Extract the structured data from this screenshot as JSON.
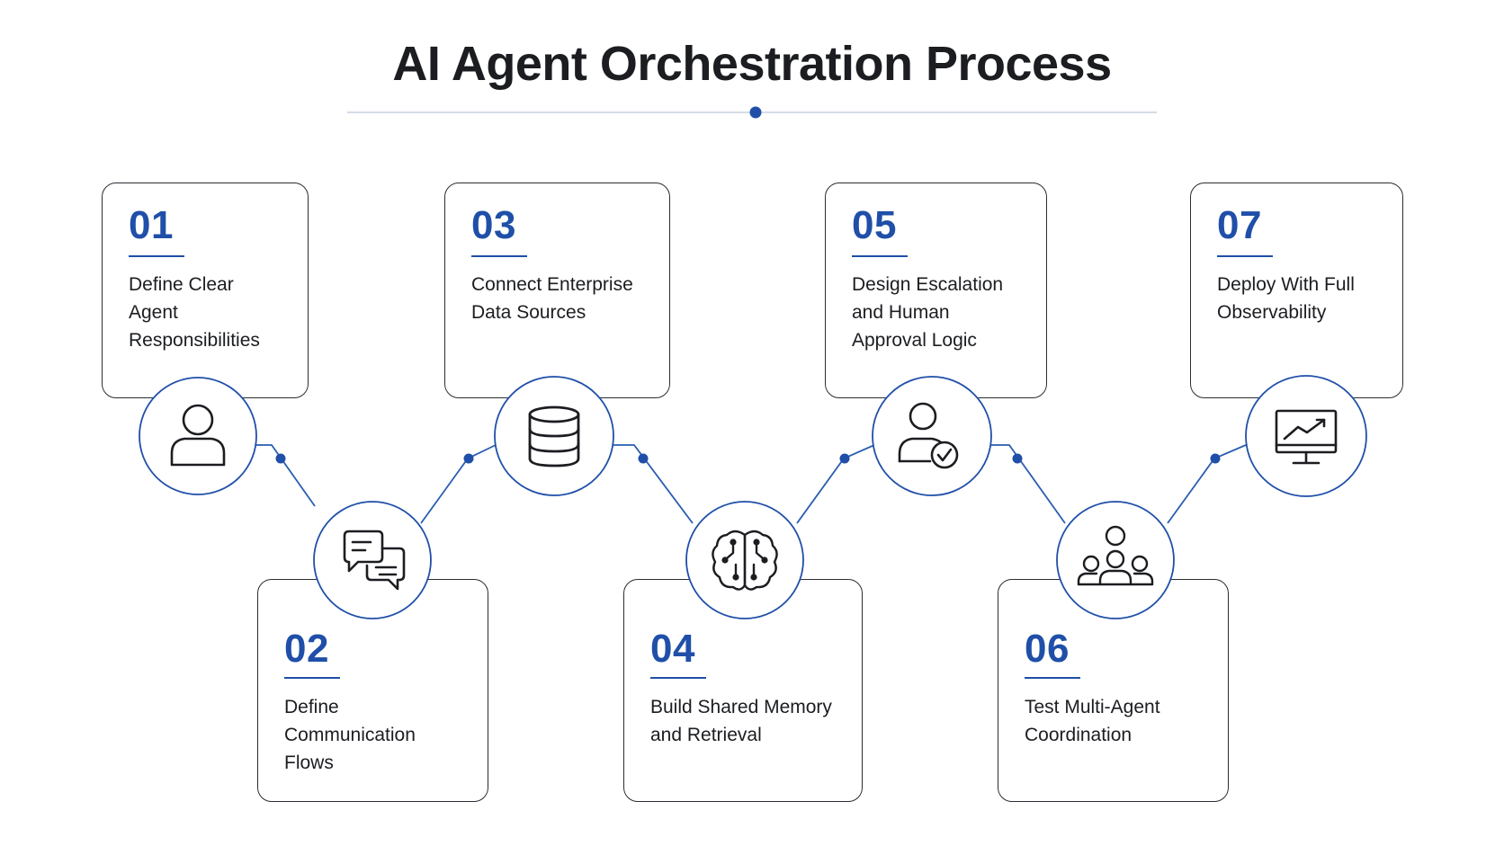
{
  "title": "AI Agent Orchestration Process",
  "colors": {
    "accent": "#1f4fa8",
    "connector": "#2a5db0",
    "text": "#1b1d21",
    "divider": "#c8cfe0"
  },
  "steps": [
    {
      "number": "01",
      "label": "Define Clear\nAgent\nResponsibilities",
      "icon": "person-icon"
    },
    {
      "number": "02",
      "label": "Define\nCommunication\nFlows",
      "icon": "chat-bubbles-icon"
    },
    {
      "number": "03",
      "label": "Connect Enterprise\nData Sources",
      "icon": "database-icon"
    },
    {
      "number": "04",
      "label": "Build Shared Memory\nand Retrieval",
      "icon": "brain-icon"
    },
    {
      "number": "05",
      "label": "Design Escalation\nand Human\nApproval Logic",
      "icon": "person-check-icon"
    },
    {
      "number": "06",
      "label": "Test Multi-Agent\nCoordination",
      "icon": "team-icon"
    },
    {
      "number": "07",
      "label": "Deploy With Full\nObservability",
      "icon": "monitor-chart-icon"
    }
  ]
}
